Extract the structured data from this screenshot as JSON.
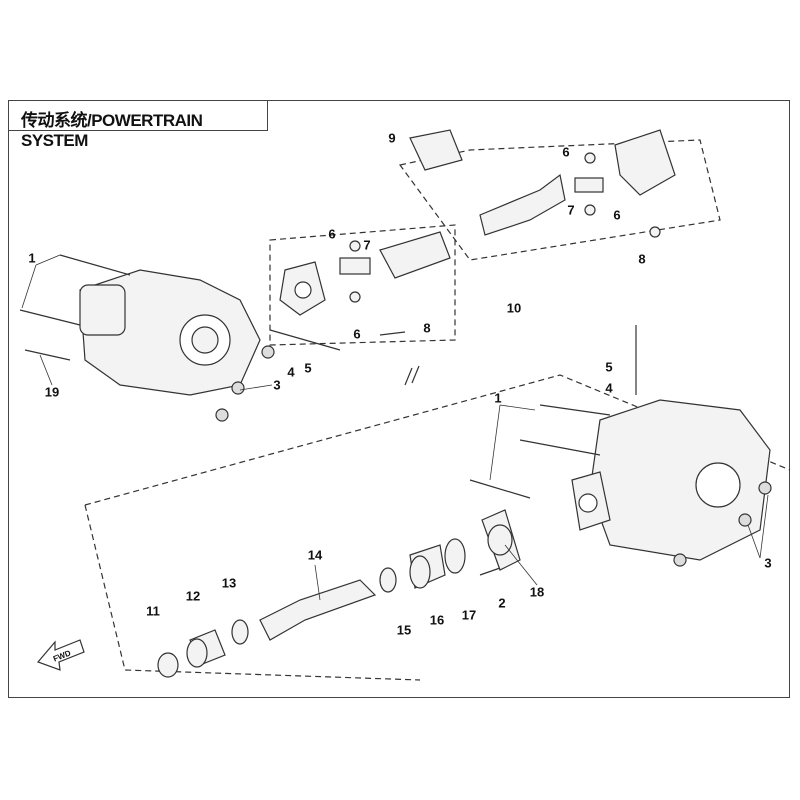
{
  "title": "传动系统/POWERTRAIN SYSTEM",
  "fwd_label": "FWD",
  "callouts": [
    {
      "n": "1"
    },
    {
      "n": "19"
    },
    {
      "n": "3"
    },
    {
      "n": "4"
    },
    {
      "n": "5"
    },
    {
      "n": "8"
    },
    {
      "n": "6"
    },
    {
      "n": "7"
    },
    {
      "n": "6"
    },
    {
      "n": "9"
    },
    {
      "n": "6"
    },
    {
      "n": "7"
    },
    {
      "n": "6"
    },
    {
      "n": "8"
    },
    {
      "n": "10"
    },
    {
      "n": "5"
    },
    {
      "n": "4"
    },
    {
      "n": "1"
    },
    {
      "n": "3"
    },
    {
      "n": "18"
    },
    {
      "n": "2"
    },
    {
      "n": "17"
    },
    {
      "n": "16"
    },
    {
      "n": "15"
    },
    {
      "n": "14"
    },
    {
      "n": "13"
    },
    {
      "n": "12"
    },
    {
      "n": "11"
    }
  ]
}
